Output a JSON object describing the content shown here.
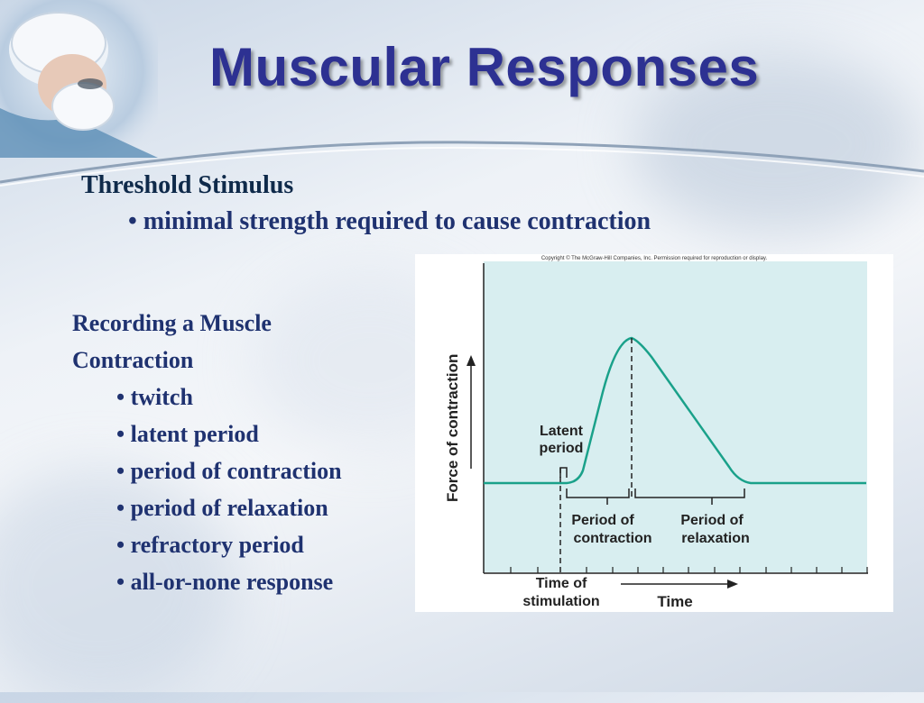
{
  "slide": {
    "title": "Muscular Responses",
    "section1": {
      "heading": "Threshold Stimulus",
      "bullets": [
        "• minimal strength required to cause contraction"
      ]
    },
    "section2": {
      "heading_line1": "Recording a Muscle",
      "heading_line2": "Contraction",
      "bullets": [
        "• twitch",
        "• latent period",
        "• period of contraction",
        "• period of relaxation",
        "• refractory period",
        "• all-or-none response"
      ]
    }
  },
  "diagram": {
    "copyright": "Copyright © The McGraw-Hill Companies, Inc. Permission required for reproduction or display.",
    "y_axis_label": "Force of contraction",
    "x_axis_label": "Time",
    "latent_label_line1": "Latent",
    "latent_label_line2": "period",
    "contraction_label_line1": "Period of",
    "contraction_label_line2": "contraction",
    "relaxation_label_line1": "Period of",
    "relaxation_label_line2": "relaxation",
    "stimulation_label_line1": "Time of",
    "stimulation_label_line2": "stimulation",
    "curve_color": "#1aa18a"
  }
}
